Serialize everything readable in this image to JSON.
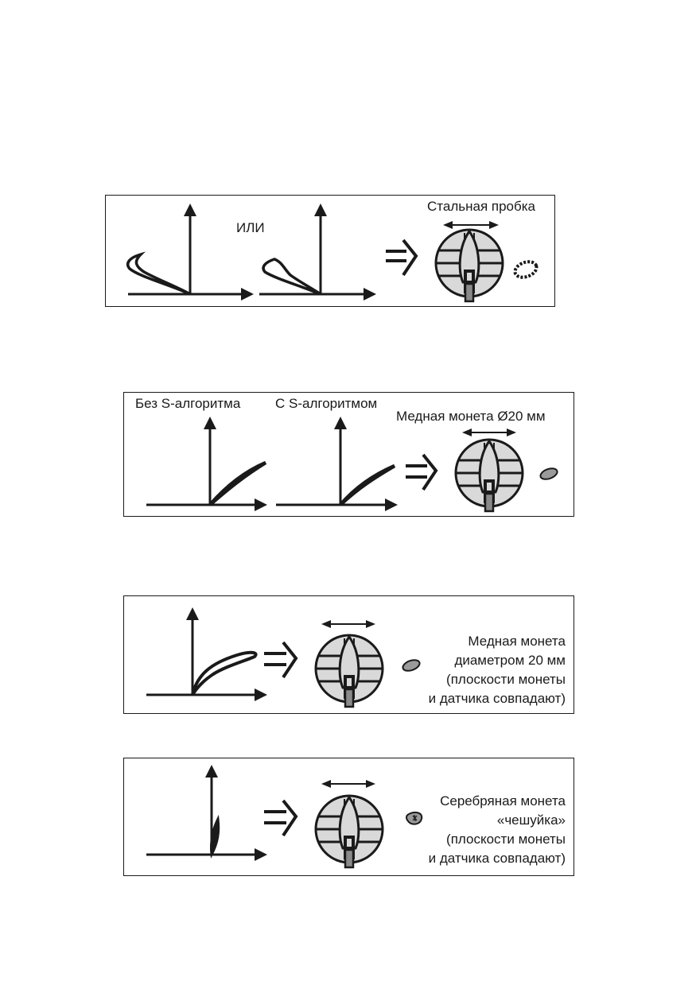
{
  "panels": [
    {
      "id": "steel-cap",
      "labels": {
        "or": "ИЛИ",
        "target": "Стальная пробка"
      }
    },
    {
      "id": "copper-coin",
      "labels": {
        "without_s": "Без S-алгоритма",
        "with_s": "С S-алгоритмом",
        "target": "Медная монета Ø20 мм"
      }
    },
    {
      "id": "copper-coin-parallel",
      "labels": {
        "lines": [
          "Медная монета",
          "диаметром 20 мм",
          "(плоскости монеты",
          "и датчика совпадают)"
        ]
      }
    },
    {
      "id": "silver-scale-coin",
      "labels": {
        "lines": [
          "Серебряная монета",
          "«чешуйка»",
          "(плоскости монеты",
          "и датчика совпадают)"
        ]
      }
    }
  ],
  "colors": {
    "ink": "#1a1a1a",
    "coil_fill": "#d9d9d9",
    "coin_fill": "#9a9a9a"
  }
}
